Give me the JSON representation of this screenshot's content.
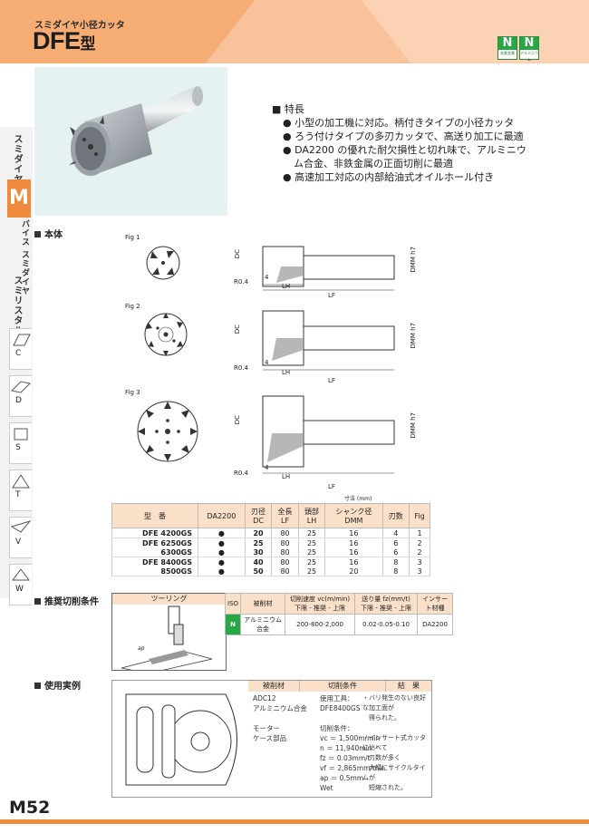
{
  "header": {
    "subtitle": "スミダイヤ小径カッタ",
    "title_main": "DFE",
    "title_suffix": "型",
    "badges": [
      {
        "letter": "N",
        "text": "非鉄金属"
      },
      {
        "letter": "N",
        "text": "アルミニウム"
      }
    ]
  },
  "features": {
    "heading": "■ 特長",
    "items": [
      "● 小型の加工機に対応。柄付きタイプの小径カッタ",
      "● ろう付けタイプの多刃カッタで、高送り加工に最適",
      "● DA2200 の優れた耐欠損性と切れ味で、アルミニウ",
      "ム合金、非鉄金属の正面切削に最適",
      "● 高速加工対応の内部給油式オイルホール付き"
    ]
  },
  "sidebar": {
    "item1": "スミダイヤ",
    "m_tab": "M",
    "item2": "バイス\nスミダイヤ",
    "item3": "スミリスタル",
    "shapes": [
      "C",
      "D",
      "S",
      "T",
      "V",
      "W"
    ]
  },
  "body_section": {
    "heading": "本体",
    "figures": [
      {
        "label": "Fig 1",
        "dims": {
          "dc": "DC",
          "dmm": "DMM h7",
          "r": "R0.4",
          "lh": "LH",
          "lf": "LF",
          "four": "4"
        }
      },
      {
        "label": "Fig 2",
        "dims": {
          "dc": "DC",
          "dmm": "DMM h7",
          "r": "R0.4",
          "lh": "LH",
          "lf": "LF",
          "four": "4"
        }
      },
      {
        "label": "Fig 3",
        "dims": {
          "dc": "DC",
          "dmm": "DMM h7",
          "r": "R0.4",
          "lh": "LH",
          "lf": "LF",
          "four": "4"
        }
      }
    ],
    "unit": "寸法 (mm)",
    "table": {
      "headers": [
        "型　番",
        "DA2200",
        "刃径\nDC",
        "全長\nLF",
        "頭部\nLH",
        "シャンク径\nDMM",
        "刃数",
        "Fig"
      ],
      "rows": [
        [
          "DFE 4200GS",
          "●",
          "20",
          "80",
          "25",
          "16",
          "4",
          "1"
        ],
        [
          "DFE 6250GS",
          "●",
          "25",
          "80",
          "25",
          "16",
          "6",
          "2"
        ],
        [
          "6300GS",
          "●",
          "30",
          "80",
          "25",
          "16",
          "6",
          "2"
        ],
        [
          "DFE 8400GS",
          "●",
          "40",
          "80",
          "25",
          "16",
          "8",
          "3"
        ],
        [
          "8500GS",
          "●",
          "50",
          "80",
          "25",
          "20",
          "8",
          "3"
        ]
      ]
    }
  },
  "conditions": {
    "heading": "推奨切削条件",
    "tooling_label": "ツーリング",
    "ap_label": "ap",
    "iso": "ISO",
    "work_hdr": "被削材",
    "speed_hdr": "切削速度 vc(m/min)",
    "speed_sub": "下限 - 推奨 - 上限",
    "feed_hdr": "送り量 fz(mm/t)",
    "feed_sub": "下限 - 推奨 - 上限",
    "insert_hdr": "インサート材種",
    "row": {
      "iso": "N",
      "material": "アルミニウム合金",
      "speed": "200-800-2,000",
      "feed": "0.02-0.05-0.10",
      "grade": "DA2200"
    }
  },
  "case": {
    "heading": "使用実例",
    "headers": [
      "被削材",
      "切削条件",
      "結　果"
    ],
    "material": "ADC12\nアルミニウム合金\n\nモーター\nケース部品",
    "conditions": "使用工具：\nDFE8400GS\n\n切削条件：\nvc ＝ 1,500m/min\nn ＝ 11,940min⁻¹\nfz ＝ 0.03mm/t\nvf ＝ 2,865mm/min\nap ＝ 0.5mm\nWet",
    "results": "・バリ発生のない良好な加工面が\n　得られた。\n\n・インサート式カッタに比べて\n　刃数が多く\n　大幅にサイクルタイムが\n　短縮された。"
  },
  "page": "M52"
}
